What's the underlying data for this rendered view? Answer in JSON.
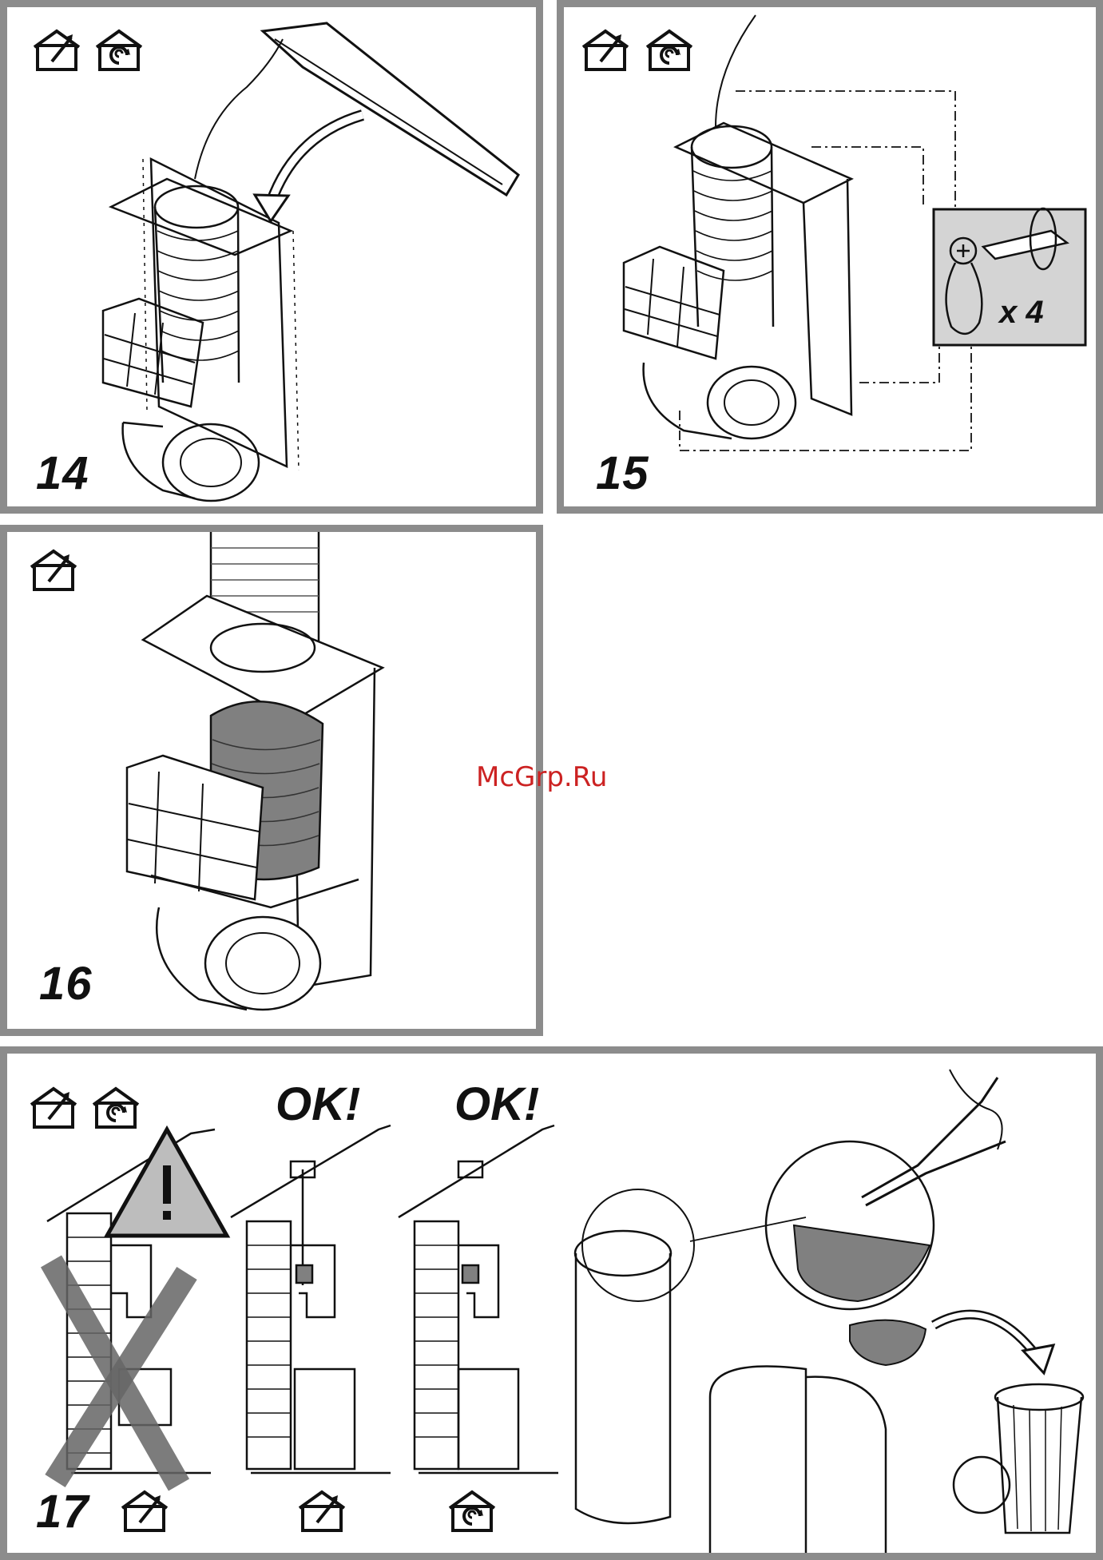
{
  "panels": [
    {
      "step": "14",
      "icons": [
        "exhaust-mode-icon",
        "recirculation-mode-icon"
      ]
    },
    {
      "step": "15",
      "icons": [
        "exhaust-mode-icon",
        "recirculation-mode-icon"
      ],
      "detail_label": "x 4"
    },
    {
      "step": "16",
      "icons": [
        "exhaust-mode-icon"
      ]
    },
    {
      "step": "17",
      "icons": [
        "exhaust-mode-icon",
        "recirculation-mode-icon"
      ],
      "ok_labels": [
        "OK!",
        "OK!"
      ],
      "bottom_icons": [
        "exhaust-mode-icon",
        "exhaust-mode-icon",
        "recirculation-mode-icon"
      ]
    }
  ],
  "watermark": "McGrp.Ru",
  "colors": {
    "frame": "#8c8c8c",
    "ink": "#111111",
    "fill_grey": "#808080",
    "watermark": "#cc2222"
  }
}
